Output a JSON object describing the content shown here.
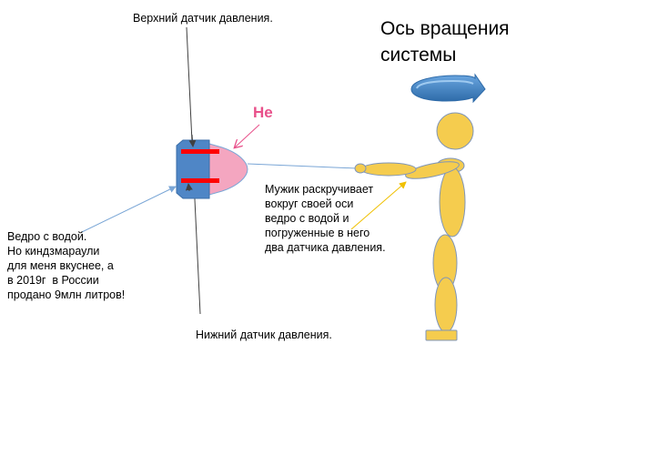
{
  "labels": {
    "top_sensor": "Верхний датчик давления.",
    "bottom_sensor": "Нижний датчик давления.",
    "axis_title": "Ось вращения\nсистемы",
    "he": "Не",
    "bucket_note": "Ведро с водой.\nНо киндзмараули\nдля меня вкуснее, а\nв 2019г  в России\nпродано 9млн литров!",
    "man_note": "Мужик раскручивает\nвокруг своей оси\nведро с водой и\nпогруженные в него\nдва датчика давления."
  },
  "colors": {
    "bucket_fill": "#4f86c6",
    "bucket_cone": "#f4a6c0",
    "sensor": "#ff0000",
    "figure_fill": "#f5cc4e",
    "figure_stroke": "#7f95b8",
    "rotation_arrow": "#3a7cc0",
    "pointer_blue": "#7aa6d6",
    "pointer_yellow": "#f0c000",
    "pointer_pink": "#e8508a"
  }
}
